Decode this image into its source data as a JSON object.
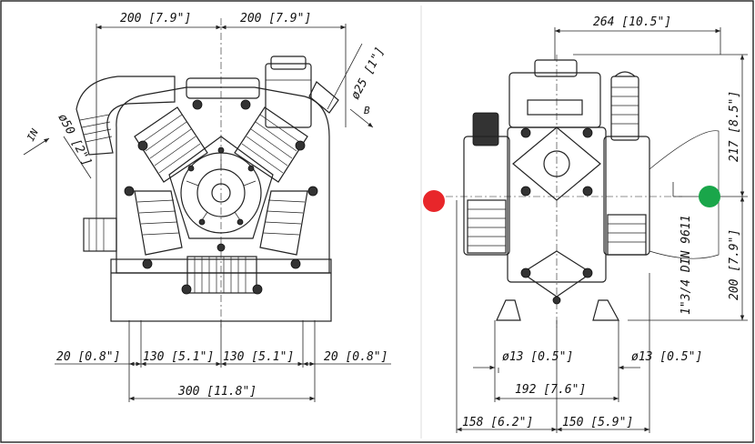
{
  "front_view": {
    "dims": {
      "top_left": "200 [7.9\"]",
      "top_right": "200 [7.9\"]",
      "outlet_dia": "ø25 [1\"]",
      "inlet_dia": "ø50 [2\"]",
      "foot_left": "20 [0.8\"]",
      "half_left": "130 [5.1\"]",
      "half_right": "130 [5.1\"]",
      "foot_right": "20 [0.8\"]",
      "overall_width": "300 [11.8\"]"
    },
    "labels": {
      "inlet": "IN",
      "outlet": "B"
    }
  },
  "side_view": {
    "dims": {
      "top_width": "264 [10.5\"]",
      "upper_height": "217 [8.5\"]",
      "lower_height": "200 [7.9\"]",
      "hole_left": "ø13 [0.5\"]",
      "hole_right": "ø13 [0.5\"]",
      "hole_spacing": "192 [7.6\"]",
      "base_left": "158 [6.2\"]",
      "base_right": "150 [5.9\"]",
      "shaft": "1\"3/4 DIN 9611"
    },
    "markers": {
      "left_color": "#e8262a",
      "right_color": "#1aa64a"
    }
  },
  "frame_color": "#222222"
}
